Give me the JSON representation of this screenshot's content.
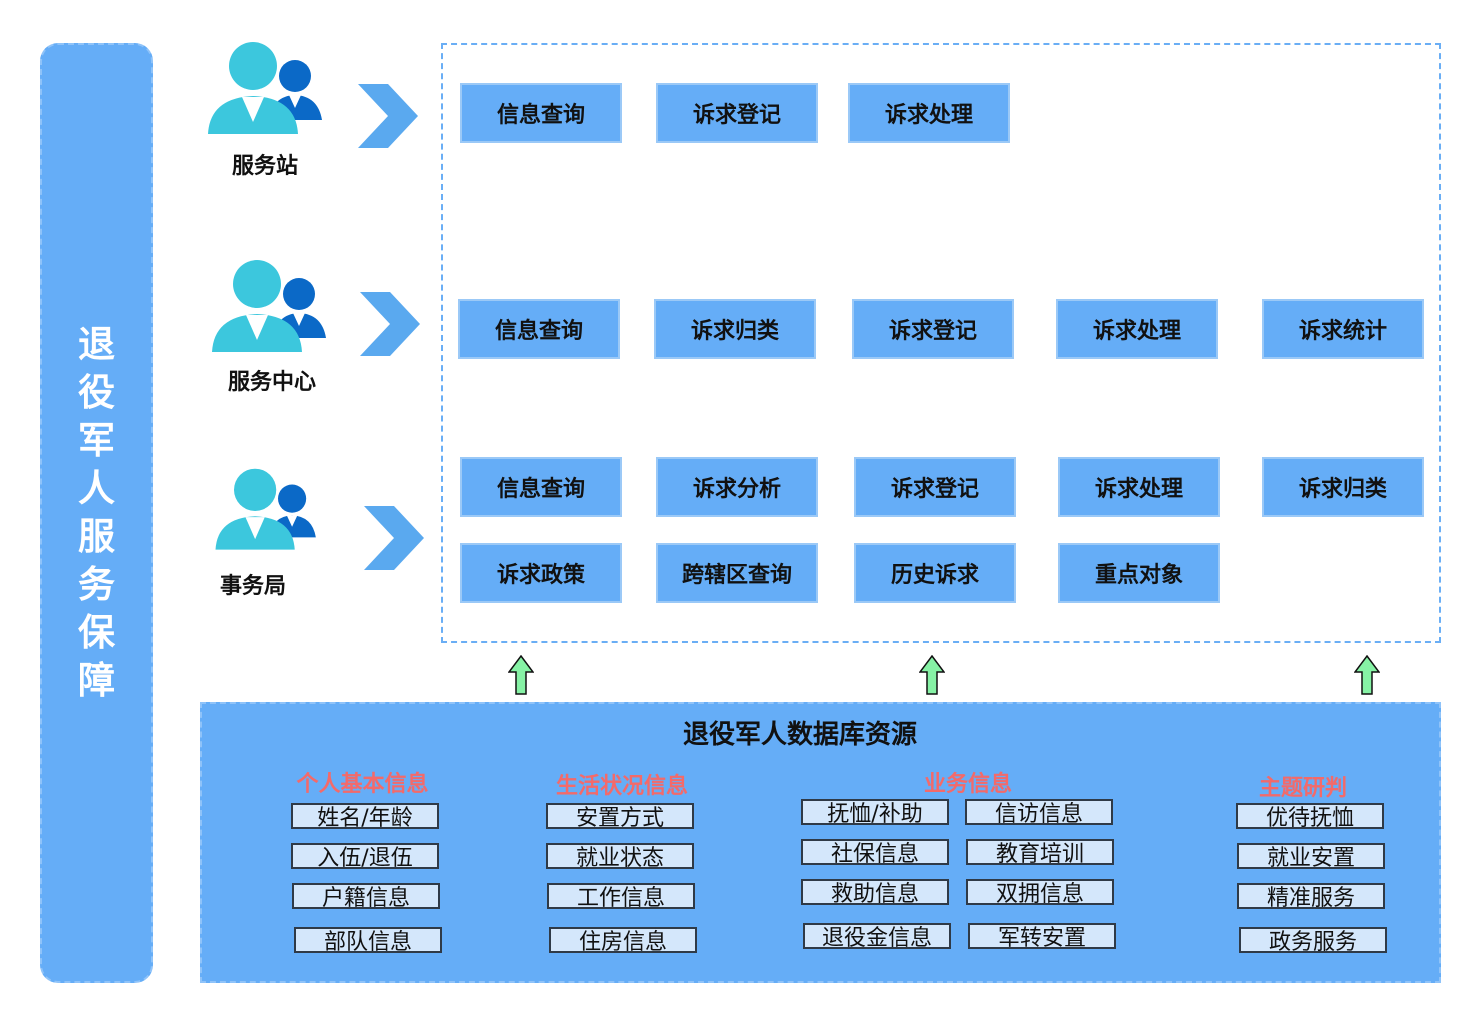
{
  "sidebar": {
    "title": "退役军人服务保障"
  },
  "roles": [
    {
      "label": "服务站",
      "functions": [
        "信息查询",
        "诉求登记",
        "诉求处理"
      ]
    },
    {
      "label": "服务中心",
      "functions": [
        "信息查询",
        "诉求归类",
        "诉求登记",
        "诉求处理",
        "诉求统计"
      ]
    },
    {
      "label": "事务局",
      "functions": [
        "信息查询",
        "诉求分析",
        "诉求登记",
        "诉求处理",
        "诉求归类",
        "诉求政策",
        "跨辖区查询",
        "历史诉求",
        "重点对象"
      ]
    }
  ],
  "database": {
    "title": "退役军人数据库资源",
    "categories": [
      {
        "title": "个人基本信息",
        "items": [
          "姓名/年龄",
          "入伍/退伍",
          "户籍信息",
          "部队信息"
        ]
      },
      {
        "title": "生活状况信息",
        "items": [
          "安置方式",
          "就业状态",
          "工作信息",
          "住房信息"
        ]
      },
      {
        "title": "业务信息",
        "items": [
          "抚恤/补助",
          "信访信息",
          "社保信息",
          "教育培训",
          "救助信息",
          "双拥信息",
          "退役金信息",
          "军转安置"
        ]
      },
      {
        "title": "主题研判",
        "items": [
          "优待抚恤",
          "就业安置",
          "精准服务",
          "政务服务"
        ]
      }
    ]
  },
  "colors": {
    "primary_blue": "#65adf7",
    "category_red": "#f36a6a",
    "item_fill": "#d4e7fb",
    "arrow_green": "#86f2a5",
    "chevron_blue": "#5aa9ef"
  },
  "icons": {
    "role_icon": "people-group-icon",
    "flow_arrow": "chevron-right-icon",
    "up_arrow": "arrow-up-icon"
  }
}
